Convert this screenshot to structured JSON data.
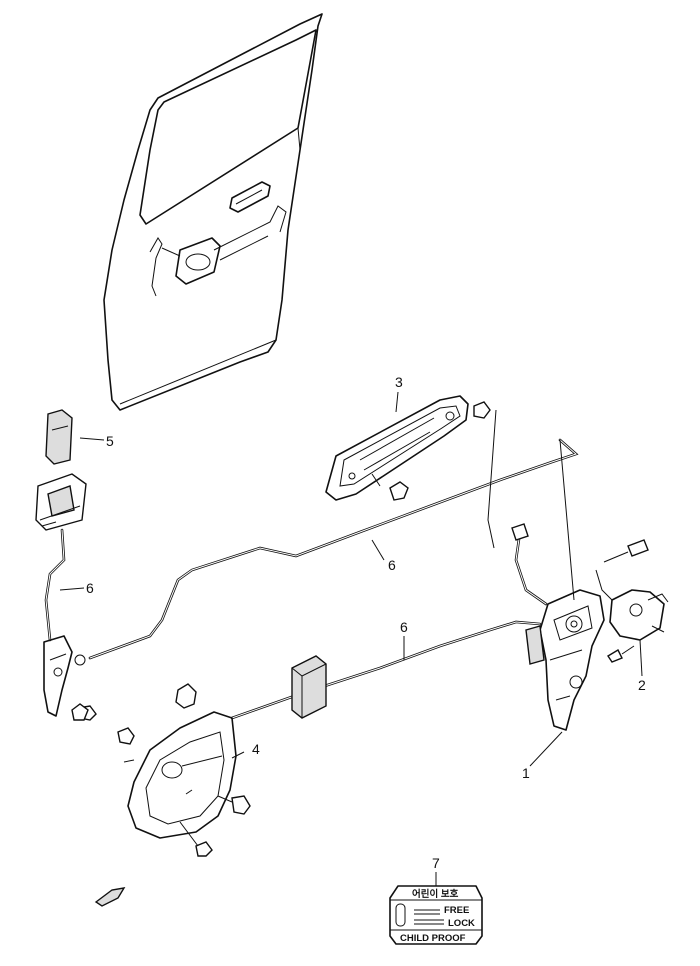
{
  "callouts": [
    {
      "id": "1",
      "text": "1"
    },
    {
      "id": "2",
      "text": "2"
    },
    {
      "id": "3",
      "text": "3"
    },
    {
      "id": "4",
      "text": "4"
    },
    {
      "id": "5",
      "text": "5"
    },
    {
      "id": "6a",
      "text": "6"
    },
    {
      "id": "6b",
      "text": "6"
    },
    {
      "id": "6c",
      "text": "6"
    },
    {
      "id": "7",
      "text": "7"
    }
  ],
  "child_proof_label": {
    "korean_header": "어린이 보호",
    "free": "FREE",
    "lock": "LOCK",
    "footer": "CHILD PROOF"
  }
}
